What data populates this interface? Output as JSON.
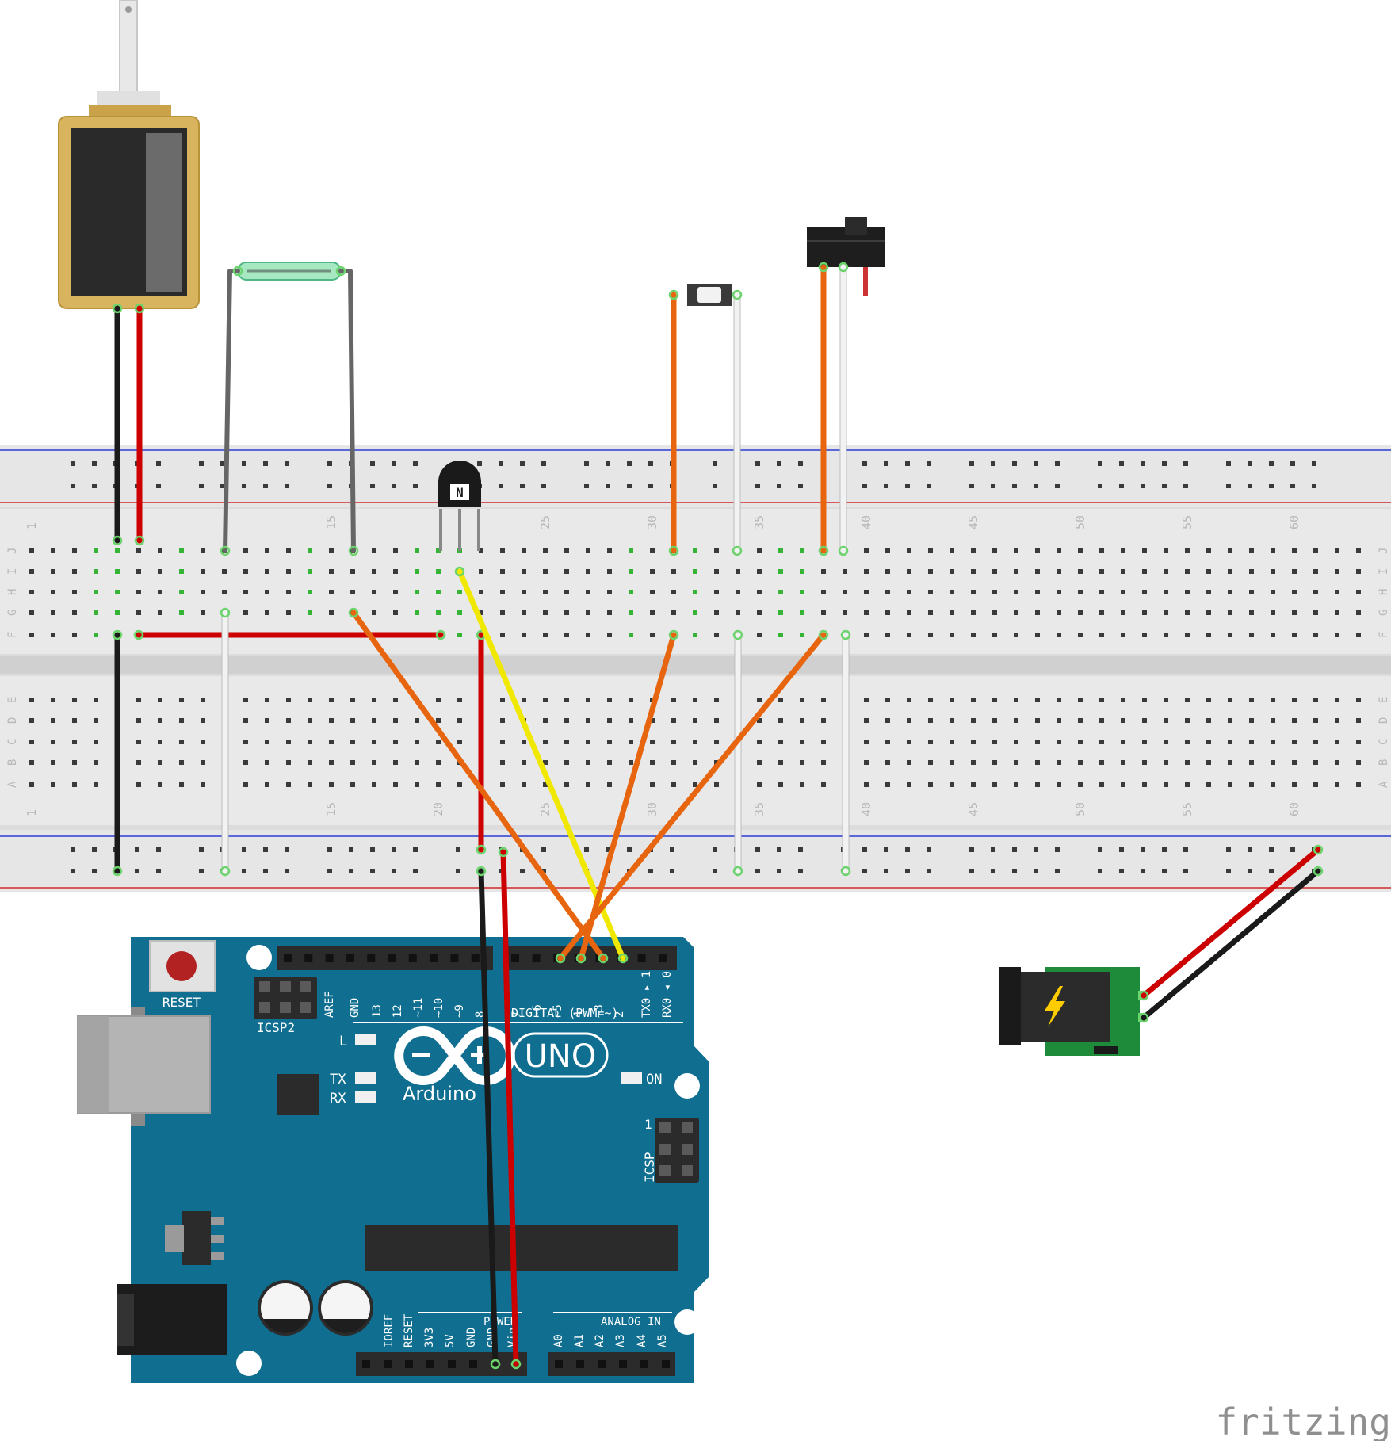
{
  "breadboard": {
    "column_numbers": [
      "1",
      "15",
      "20",
      "25",
      "30",
      "35",
      "40",
      "45",
      "50",
      "55",
      "60"
    ],
    "row_letters_top": [
      "J",
      "I",
      "H",
      "G",
      "F"
    ],
    "row_letters_bottom": [
      "E",
      "D",
      "C",
      "B",
      "A"
    ]
  },
  "arduino": {
    "reset_label": "RESET",
    "icsp2_label": "ICSP2",
    "icsp_label": "ICSP",
    "icsp_pin1": "1",
    "digital_header": "DIGITAL (PWM=~)",
    "digital_pins": [
      "AREF",
      "GND",
      "13",
      "12",
      "~11",
      "~10",
      "~9",
      "8",
      "7",
      "~6",
      "~5",
      "4",
      "~3",
      "2",
      "TX0 ▸ 1",
      "RX0 ◂ 0"
    ],
    "uno_label": "UNO",
    "arduino_label": "Arduino",
    "l_led": "L",
    "tx_led": "TX",
    "rx_led": "RX",
    "on_led": "ON",
    "power_header": "POWER",
    "power_pins": [
      "IOREF",
      "RESET",
      "3V3",
      "5V",
      "GND",
      "GND",
      "Vin"
    ],
    "analog_header": "ANALOG IN",
    "analog_pins": [
      "A0",
      "A1",
      "A2",
      "A3",
      "A4",
      "A5"
    ]
  },
  "transistor_label": "N",
  "power_jack_icon": "lightning-bolt-icon",
  "watermark": "fritzing",
  "colors": {
    "board_blue": "#106f91",
    "breadboard_gray": "#d9d9d9",
    "wire_red": "#cc0000",
    "wire_black": "#1a1a1a",
    "wire_orange": "#e8650f",
    "wire_yellow": "#f0e800",
    "wire_white": "#f2f2f2",
    "wire_gray": "#666666",
    "solenoid_gold": "#d9b45e"
  }
}
